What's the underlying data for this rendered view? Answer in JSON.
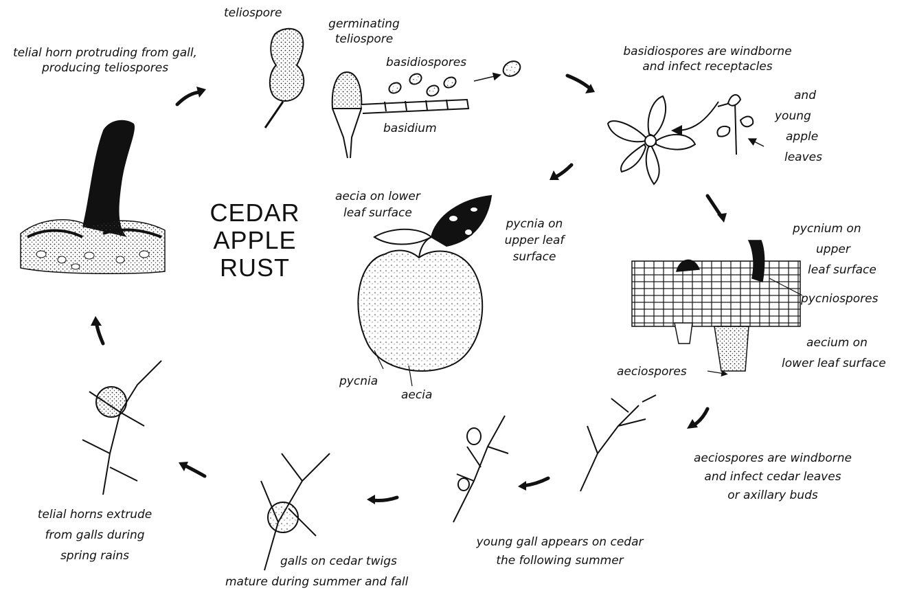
{
  "title": [
    "CEDAR",
    "APPLE",
    "RUST"
  ],
  "labels": {
    "telial_horn": [
      "telial horn protruding from gall,",
      "producing teliospores"
    ],
    "teliospore": "teliospore",
    "germinating": [
      "germinating",
      "teliospore"
    ],
    "basidiospores": "basidiospores",
    "basidium": "basidium",
    "basidio_wind": [
      "basidiospores are windborne",
      "and infect receptacles"
    ],
    "young_apple": [
      "and",
      "young",
      "apple",
      "leaves"
    ],
    "aecia_lower": [
      "aecia on lower",
      "leaf surface"
    ],
    "pycnia_upper": [
      "pycnia on",
      "upper leaf",
      "surface"
    ],
    "pycnium": [
      "pycnium on",
      "upper",
      "leaf surface"
    ],
    "pycniospores": "pycniospores",
    "aecium": [
      "aecium on",
      "lower leaf surface"
    ],
    "aeciospores": "aeciospores",
    "pycnia": "pycnia",
    "aecia": "aecia",
    "aecio_wind": [
      "aeciospores are windborne",
      "and infect cedar leaves",
      "or axillary buds"
    ],
    "young_gall": [
      "young gall appears on cedar",
      "the following summer"
    ],
    "galls_cedar": "galls on cedar twigs",
    "mature": "mature during summer and fall",
    "telial_extrude": [
      "telial horns extrude",
      "from galls during",
      "spring rains"
    ]
  }
}
